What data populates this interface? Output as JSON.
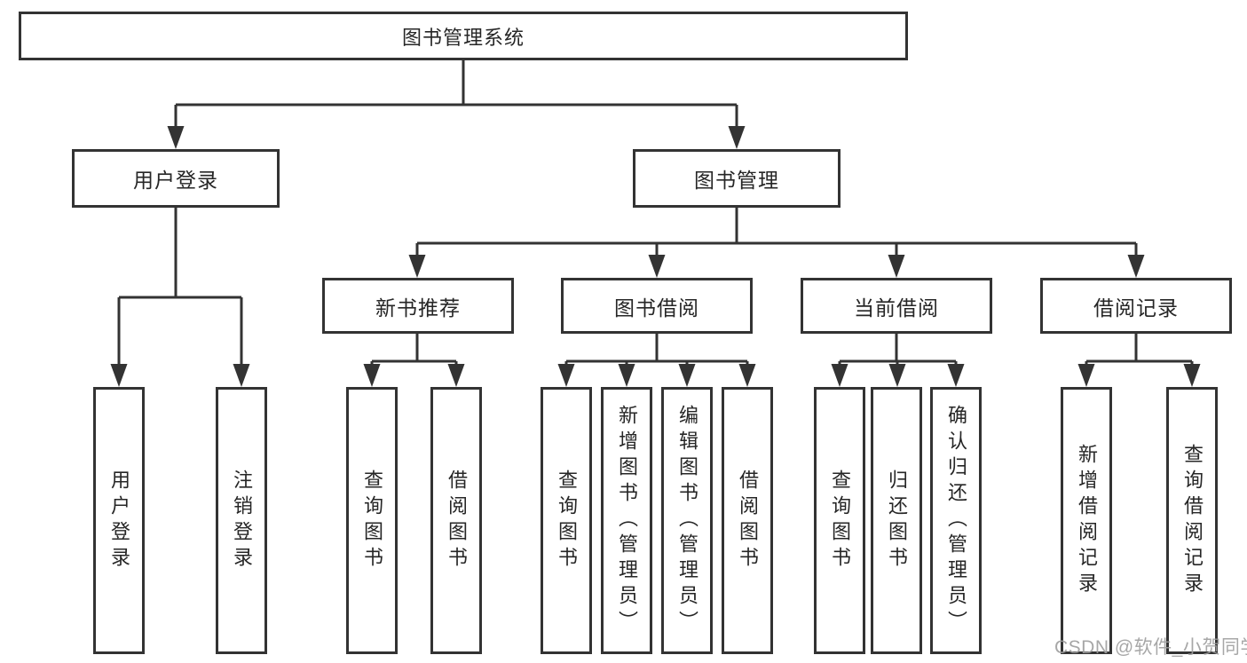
{
  "diagram": {
    "root": {
      "label": "图书管理系统"
    },
    "level2": {
      "user_login": {
        "label": "用户登录"
      },
      "book_management": {
        "label": "图书管理"
      }
    },
    "level3": {
      "new_book_recommend": {
        "label": "新书推荐"
      },
      "book_borrow": {
        "label": "图书借阅"
      },
      "current_borrow": {
        "label": "当前借阅"
      },
      "borrow_records": {
        "label": "借阅记录"
      }
    },
    "leaves": [
      {
        "label": "用户登录"
      },
      {
        "label": "注销登录"
      },
      {
        "label": "查询图书"
      },
      {
        "label": "借阅图书"
      },
      {
        "label": "查询图书"
      },
      {
        "label": "新增图书（管理员）"
      },
      {
        "label": "编辑图书（管理员）"
      },
      {
        "label": "借阅图书"
      },
      {
        "label": "查询图书"
      },
      {
        "label": "归还图书"
      },
      {
        "label": "确认归还（管理员）"
      },
      {
        "label": "新增借阅记录"
      },
      {
        "label": "查询借阅记录"
      }
    ]
  },
  "watermark": {
    "text": "CSDN @软件_小贺同学"
  },
  "colors": {
    "line": "#333333",
    "text": "#262626",
    "background": "#ffffff",
    "watermark": "#9e9e9e"
  }
}
